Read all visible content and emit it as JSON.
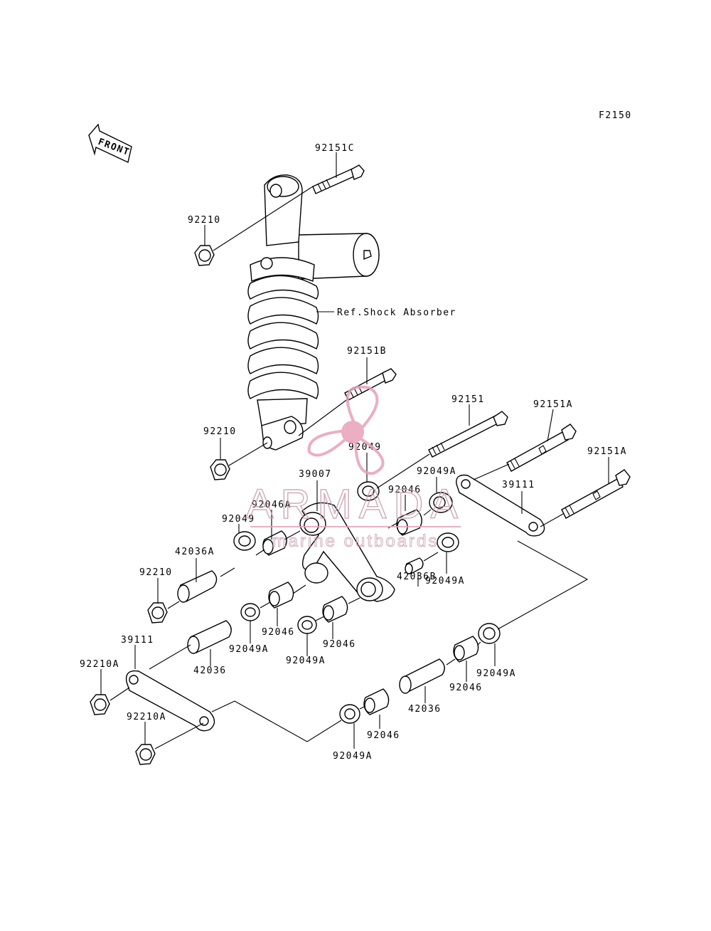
{
  "figure_code": "F2150",
  "front_label": "FRONT",
  "ref_label": "Ref.Shock Absorber",
  "watermark": {
    "brand": "ARMADA",
    "tagline": "marine outboards",
    "color": "#e8a0b8"
  },
  "parts": {
    "p92151C": "92151C",
    "p92210_top": "92210",
    "p92151B": "92151B",
    "p92210_mid": "92210",
    "p92151": "92151",
    "p92151A_1": "92151A",
    "p92151A_2": "92151A",
    "p92049_top": "92049",
    "p92049A_top": "92049A",
    "p39007": "39007",
    "p92046_top": "92046",
    "p39111_right": "39111",
    "p92046A": "92046A",
    "p92049_left": "92049",
    "p42036A": "42036A",
    "p92210_left": "92210",
    "p42036B": "42036B",
    "p92049A_r2": "92049A",
    "p92046_c1": "92046",
    "p92046_c2": "92046",
    "p92049A_c1": "92049A",
    "p92049A_c2": "92049A",
    "p39111_left": "39111",
    "p42036_left": "42036",
    "p92210A_1": "92210A",
    "p92210A_2": "92210A",
    "p92046_r3": "92046",
    "p92049A_r3": "92049A",
    "p42036_right": "42036",
    "p92046_b": "92046",
    "p92049A_b": "92049A"
  }
}
